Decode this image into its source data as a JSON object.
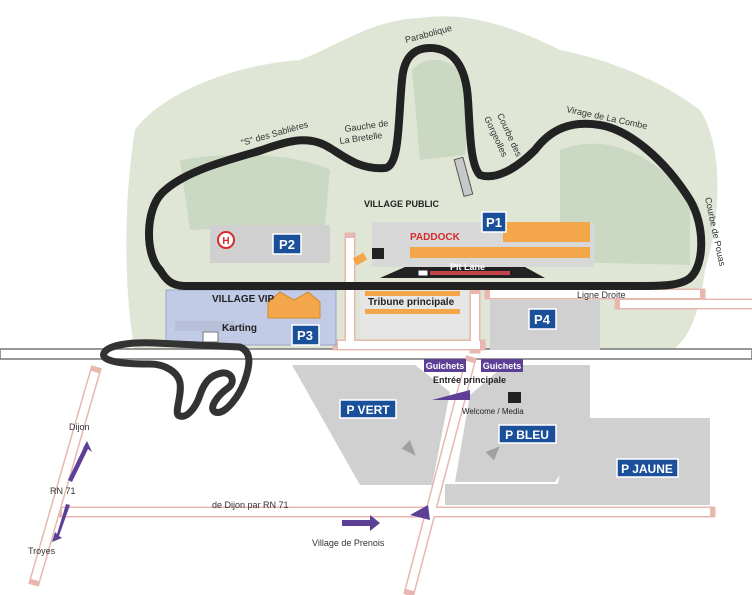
{
  "colors": {
    "terrain": "#dfe6d6",
    "grass": "#ccd9c2",
    "track": "#222222",
    "road_edge": "#e8b8b0",
    "parking_gray": "#d0d0d0",
    "village_vip_bg": "#c2cbe6",
    "badge_blue": "#1a4f9a",
    "purple": "#5d3f96",
    "orange": "#f4a64a"
  },
  "labels": {
    "village_public": "VILLAGE PUBLIC",
    "paddock": "PADDOCK",
    "pit_lane": "Pit Lane",
    "village_vip": "VILLAGE VIP",
    "karting": "Karting",
    "tribune": "Tribune principale",
    "ligne_droite": "Ligne Droite",
    "entree": "Entrée principale",
    "welcome": "Welcome / Media",
    "route_rn71": "de Dijon par RN 71",
    "prenois": "Village  de Prenois",
    "dijon": "Dijon",
    "rn71": "RN 71",
    "troyes": "Troyes"
  },
  "corners": {
    "sablieres": "\"S\" des Sablières",
    "bretelle_1": "Gauche de",
    "bretelle_2": "La Bretelle",
    "parabolique": "Parabolique",
    "gorgeolles_1": "Courbe des",
    "gorgeolles_2": "Gorgeolles",
    "combe": "Virage de La Combe",
    "pouas": "Courbe de Pouas"
  },
  "parking": {
    "p1": "P1",
    "p2": "P2",
    "p3": "P3",
    "p4": "P4",
    "vert": "P VERT",
    "bleu": "P BLEU",
    "jaune": "P JAUNE"
  },
  "guichets": [
    "Guichets",
    "Guichets"
  ],
  "helipad": "H"
}
